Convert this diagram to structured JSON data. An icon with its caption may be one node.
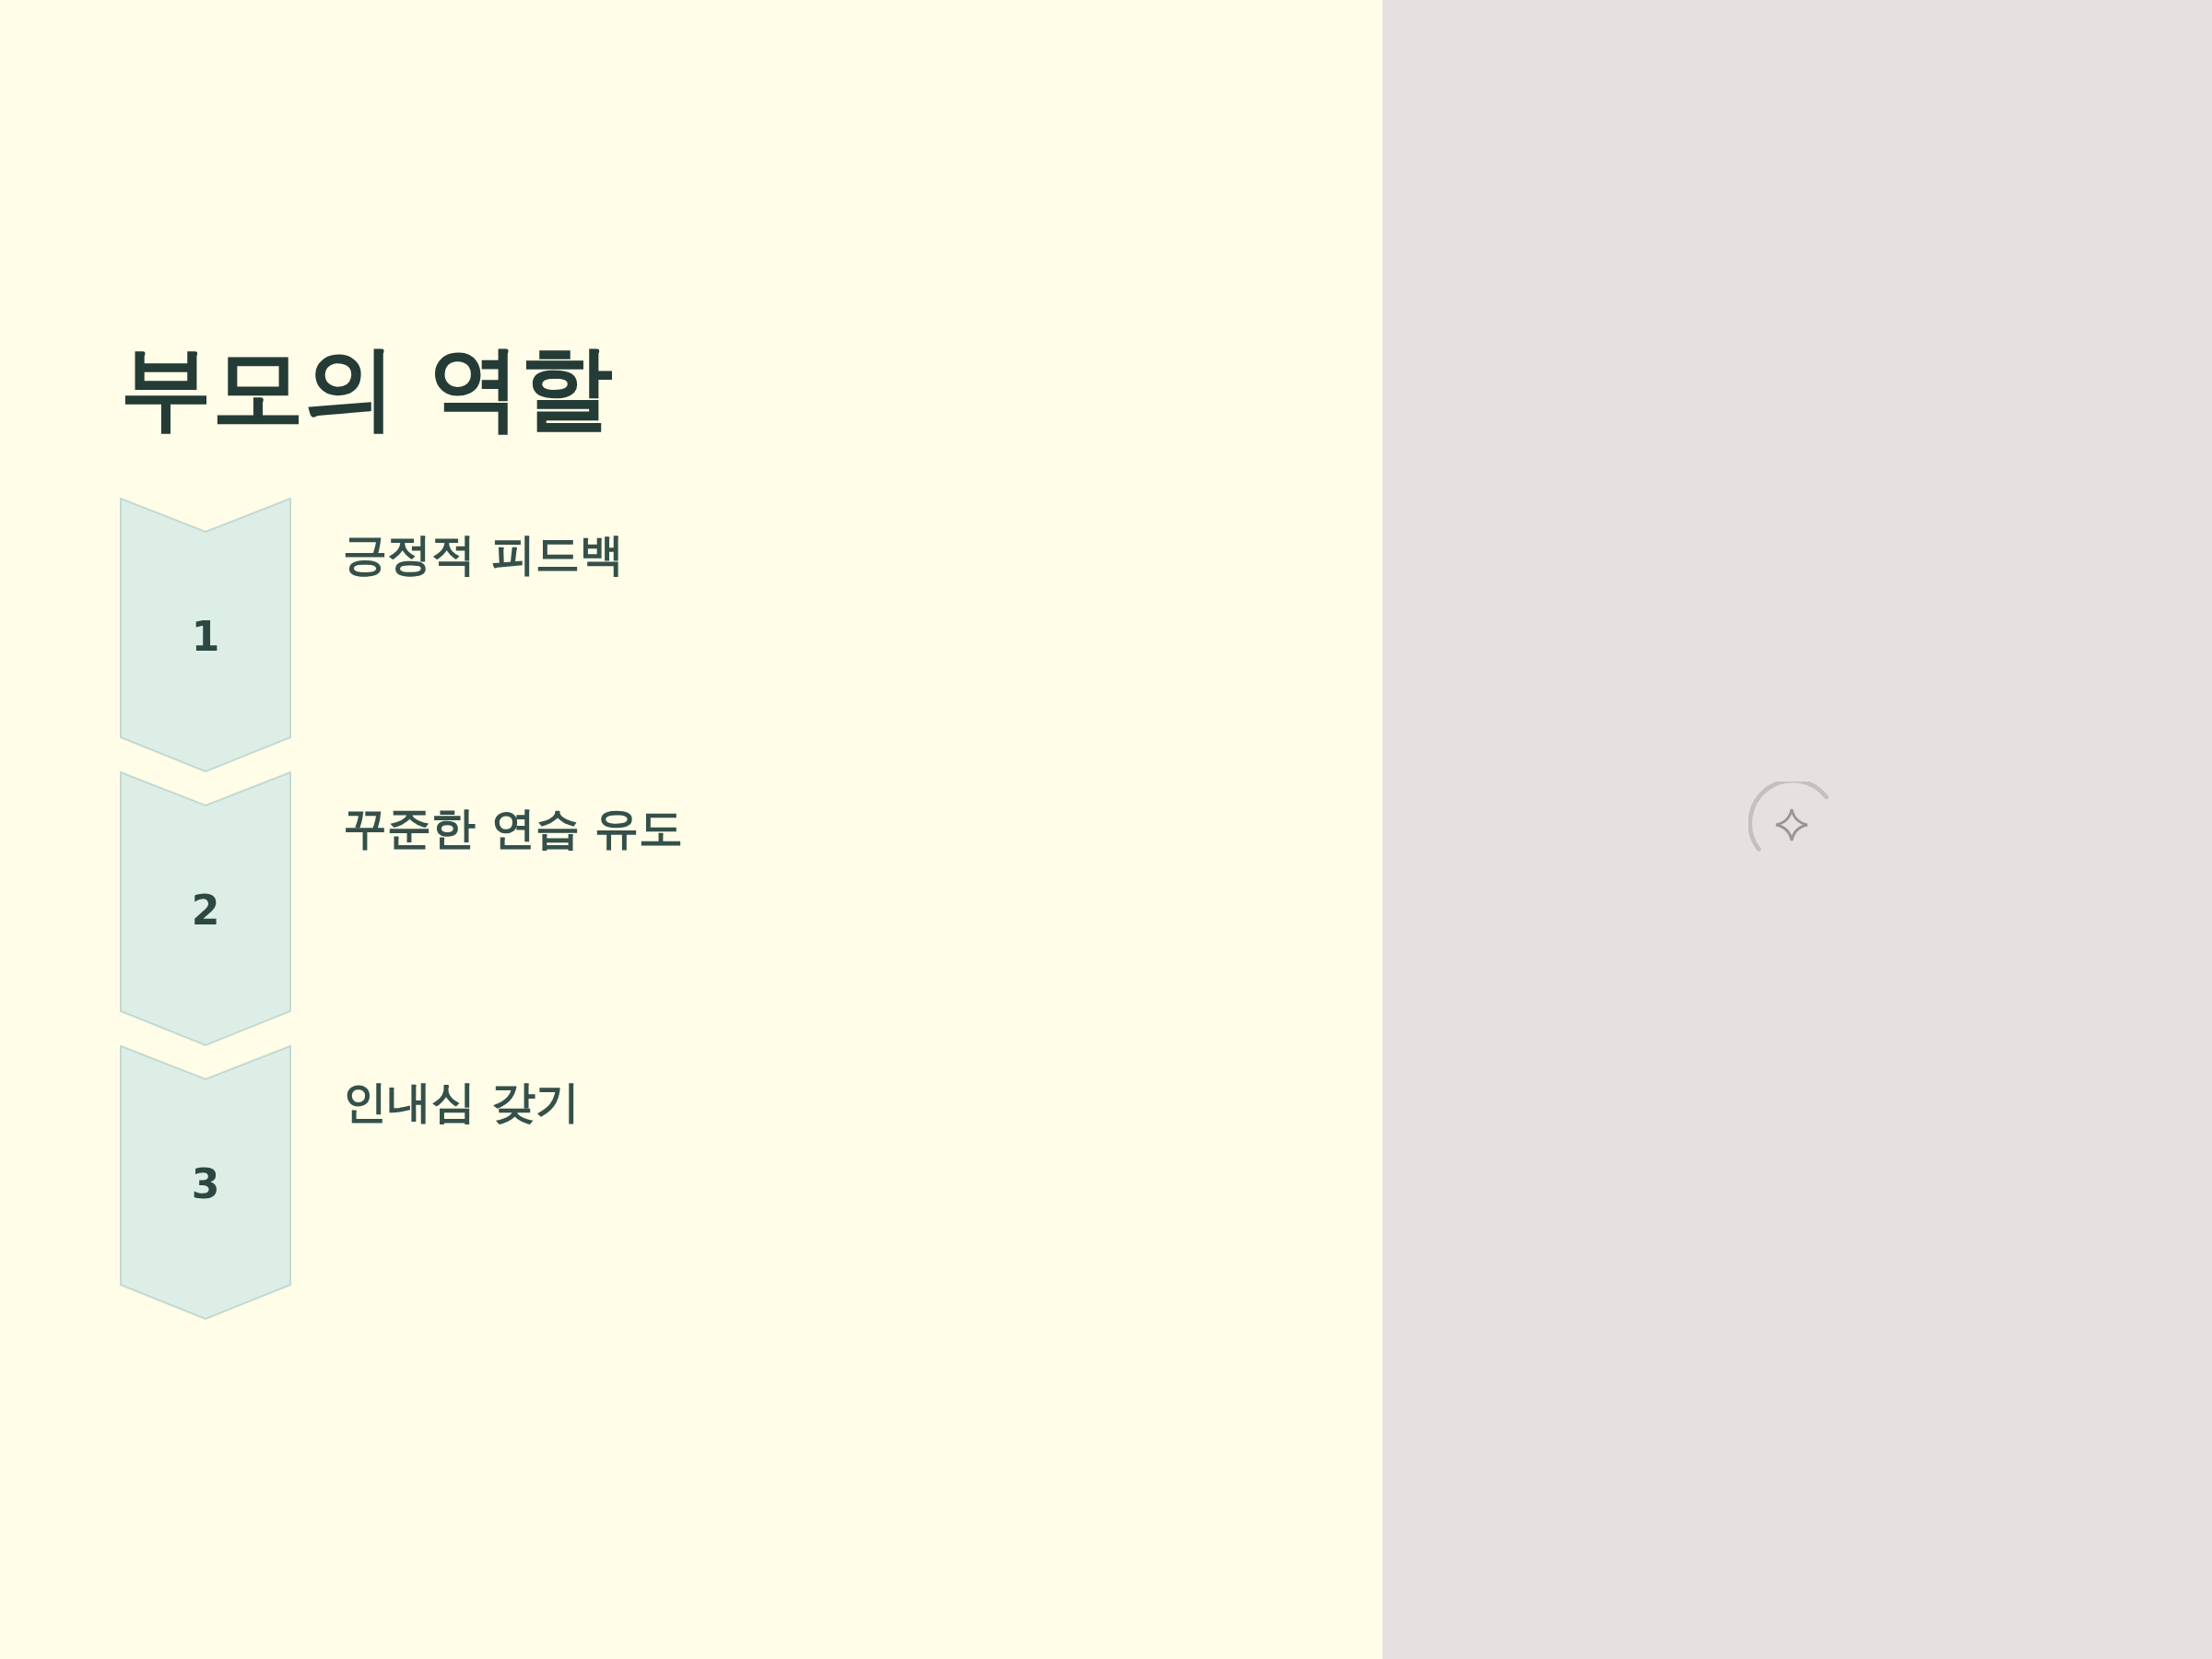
{
  "diagram": {
    "title": "부모의 역할",
    "nodes": [
      {
        "text": [
          "1"
        ],
        "beside": [
          "긍정적 피드백"
        ]
      },
      {
        "text": [
          "2"
        ],
        "beside": [
          "꾸준한 연습 유도"
        ]
      },
      {
        "text": [
          "3"
        ],
        "beside": [
          "인내심 갖기"
        ]
      }
    ]
  }
}
